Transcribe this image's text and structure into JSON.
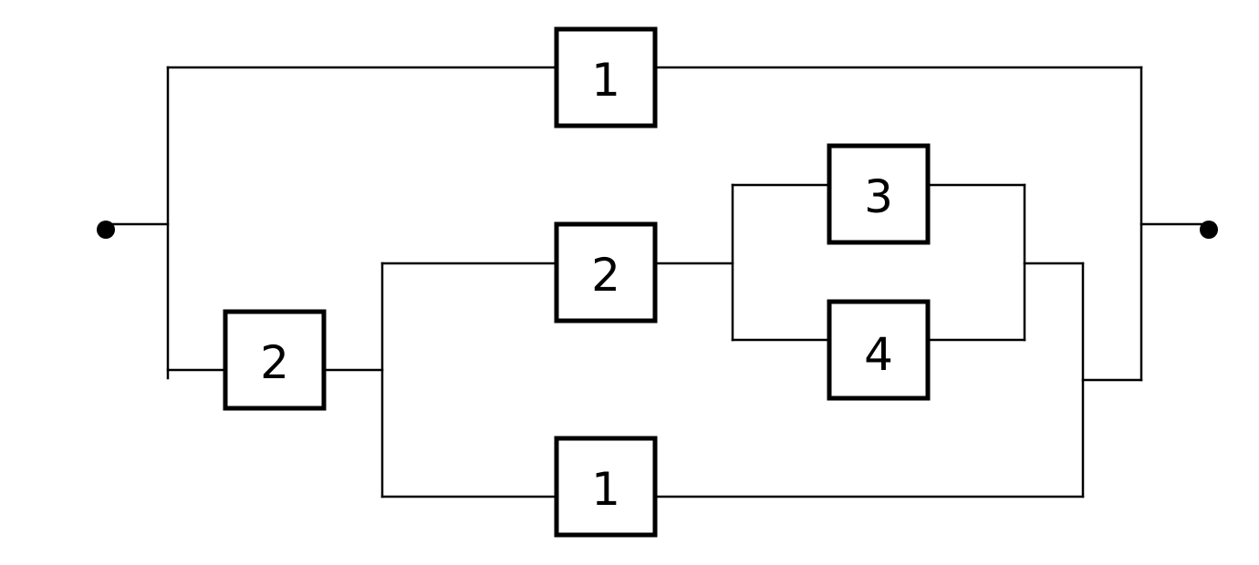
{
  "diagram": {
    "type": "reliability-block-diagram",
    "blocks": [
      {
        "id": "top-1",
        "label": "1"
      },
      {
        "id": "left-2",
        "label": "2"
      },
      {
        "id": "mid-2",
        "label": "2"
      },
      {
        "id": "upper-3",
        "label": "3"
      },
      {
        "id": "lower-4",
        "label": "4"
      },
      {
        "id": "bottom-1",
        "label": "1"
      }
    ],
    "terminals": [
      "input",
      "output"
    ]
  }
}
